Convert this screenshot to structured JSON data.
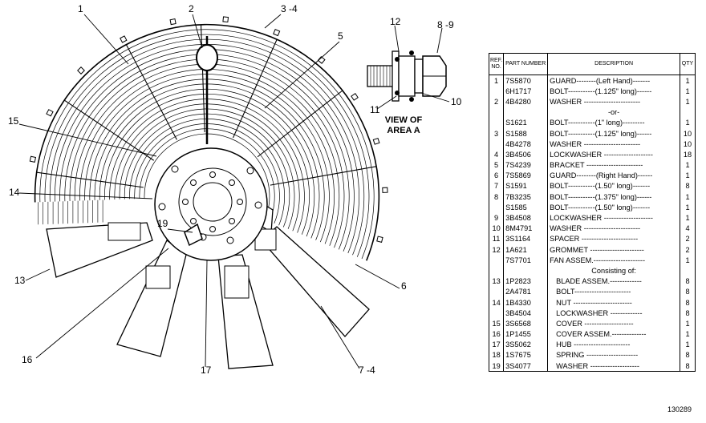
{
  "callouts": [
    "1",
    "2",
    "3 -4",
    "5",
    "8 -9",
    "12",
    "11",
    "10",
    "15",
    "14",
    "19",
    "13",
    "6",
    "16",
    "17",
    "7 -4"
  ],
  "view_label": [
    "VIEW OF",
    "AREA A"
  ],
  "figure_number": "130289",
  "table": {
    "headers": {
      "ref": "REF. NO.",
      "part": "PART NUMBER",
      "desc": "DESCRIPTION",
      "qty": "QTY"
    },
    "rows": [
      {
        "ref": "1",
        "part": "7S5870",
        "desc": "GUARD--------(Left Hand)-------",
        "qty": "1"
      },
      {
        "ref": "",
        "part": "6H1717",
        "desc": "BOLT-----------(1.125\" long)------",
        "qty": "1"
      },
      {
        "ref": "2",
        "part": "4B4280",
        "desc": "WASHER -----------------------",
        "qty": "1"
      },
      {
        "ref": "",
        "part": "",
        "desc": "-or-",
        "qty": ""
      },
      {
        "ref": "",
        "part": "S1621",
        "desc": "BOLT-----------(1\" long)---------",
        "qty": "1"
      },
      {
        "ref": "3",
        "part": "S1588",
        "desc": "BOLT-----------(1.125\" long)------",
        "qty": "10"
      },
      {
        "ref": "",
        "part": "4B4278",
        "desc": "WASHER -----------------------",
        "qty": "10"
      },
      {
        "ref": "4",
        "part": "3B4506",
        "desc": "LOCKWASHER --------------------",
        "qty": "18"
      },
      {
        "ref": "5",
        "part": "7S4239",
        "desc": "BRACKET -----------------------",
        "qty": "1"
      },
      {
        "ref": "6",
        "part": "7S5869",
        "desc": "GUARD--------(Right Hand)------",
        "qty": "1"
      },
      {
        "ref": "7",
        "part": "S1591",
        "desc": "BOLT-----------(1.50\" long)-------",
        "qty": "8"
      },
      {
        "ref": "8",
        "part": "7B3235",
        "desc": "BOLT-----------(1.375\" long)------",
        "qty": "1"
      },
      {
        "ref": "",
        "part": "S1585",
        "desc": "BOLT-----------(1.50\" long)-------",
        "qty": "1"
      },
      {
        "ref": "9",
        "part": "3B4508",
        "desc": "LOCKWASHER --------------------",
        "qty": "1"
      },
      {
        "ref": "10",
        "part": "8M4791",
        "desc": "WASHER -----------------------",
        "qty": "4"
      },
      {
        "ref": "11",
        "part": "3S1164",
        "desc": "SPACER -----------------------",
        "qty": "2"
      },
      {
        "ref": "12",
        "part": "1A621",
        "desc": "GROMMET ----------------------",
        "qty": "2"
      },
      {
        "ref": "",
        "part": "7S7701",
        "desc": "FAN ASSEM.---------------------",
        "qty": "1"
      },
      {
        "ref": "",
        "part": "",
        "desc": "Consisting of:",
        "qty": ""
      },
      {
        "ref": "13",
        "part": "1P2823",
        "desc": "BLADE ASSEM.-------------",
        "qty": "8"
      },
      {
        "ref": "",
        "part": "2A4781",
        "desc": "BOLT-----------------------",
        "qty": "8"
      },
      {
        "ref": "14",
        "part": "1B4330",
        "desc": "NUT ------------------------",
        "qty": "8"
      },
      {
        "ref": "",
        "part": "3B4504",
        "desc": "LOCKWASHER -------------",
        "qty": "8"
      },
      {
        "ref": "15",
        "part": "3S6568",
        "desc": "COVER --------------------",
        "qty": "1"
      },
      {
        "ref": "16",
        "part": "1P1455",
        "desc": "COVER ASSEM.--------------",
        "qty": "1"
      },
      {
        "ref": "17",
        "part": "3S5062",
        "desc": "HUB -----------------------",
        "qty": "1"
      },
      {
        "ref": "18",
        "part": "1S7675",
        "desc": "SPRING ---------------------",
        "qty": "8"
      },
      {
        "ref": "19",
        "part": "3S4077",
        "desc": "WASHER --------------------",
        "qty": "8"
      }
    ]
  }
}
